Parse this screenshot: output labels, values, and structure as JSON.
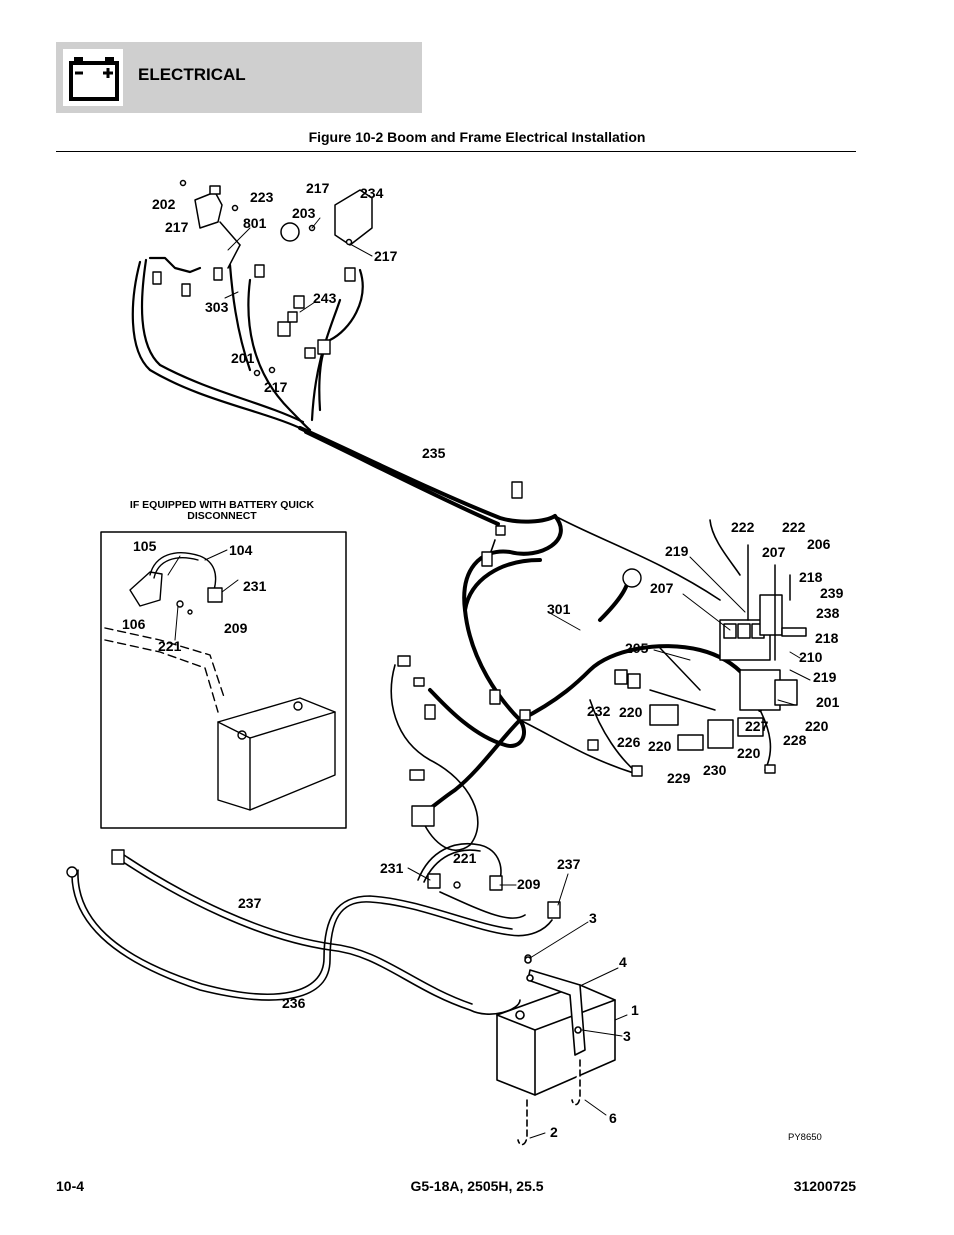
{
  "header": {
    "section_title": "ELECTRICAL",
    "icon": "battery-icon"
  },
  "figure": {
    "title": "Figure 10-2 Boom and Frame Electrical Installation",
    "inset_caption_line1": "IF EQUIPPED WITH BATTERY QUICK",
    "inset_caption_line2": "DISCONNECT",
    "drawing_id": "PY8650"
  },
  "callouts": {
    "c202": "202",
    "c223": "223",
    "c217a": "217",
    "c801": "801",
    "c217b": "217",
    "c234": "234",
    "c203": "203",
    "c217c": "217",
    "c303": "303",
    "c243": "243",
    "c201a": "201",
    "c217d": "217",
    "c235": "235",
    "c105": "105",
    "c104": "104",
    "c231a": "231",
    "c106": "106",
    "c221a": "221",
    "c209a": "209",
    "c222a": "222",
    "c222b": "222",
    "c219a": "219",
    "c207a": "207",
    "c206": "206",
    "c218a": "218",
    "c239": "239",
    "c238": "238",
    "c218b": "218",
    "c210": "210",
    "c219b": "219",
    "c201b": "201",
    "c301": "301",
    "c207b": "207",
    "c205": "205",
    "c232": "232",
    "c220a": "220",
    "c226": "226",
    "c220b": "220",
    "c227": "227",
    "c220c": "220",
    "c228": "228",
    "c220d": "220",
    "c229": "229",
    "c230": "230",
    "c231b": "231",
    "c221b": "221",
    "c209b": "209",
    "c237a": "237",
    "c237b": "237",
    "c236": "236",
    "c3a": "3",
    "c4": "4",
    "c1": "1",
    "c3b": "3",
    "c6": "6",
    "c2": "2"
  },
  "footer": {
    "page_number": "10-4",
    "models": "G5-18A, 2505H, 25.5",
    "doc_number": "31200725"
  }
}
